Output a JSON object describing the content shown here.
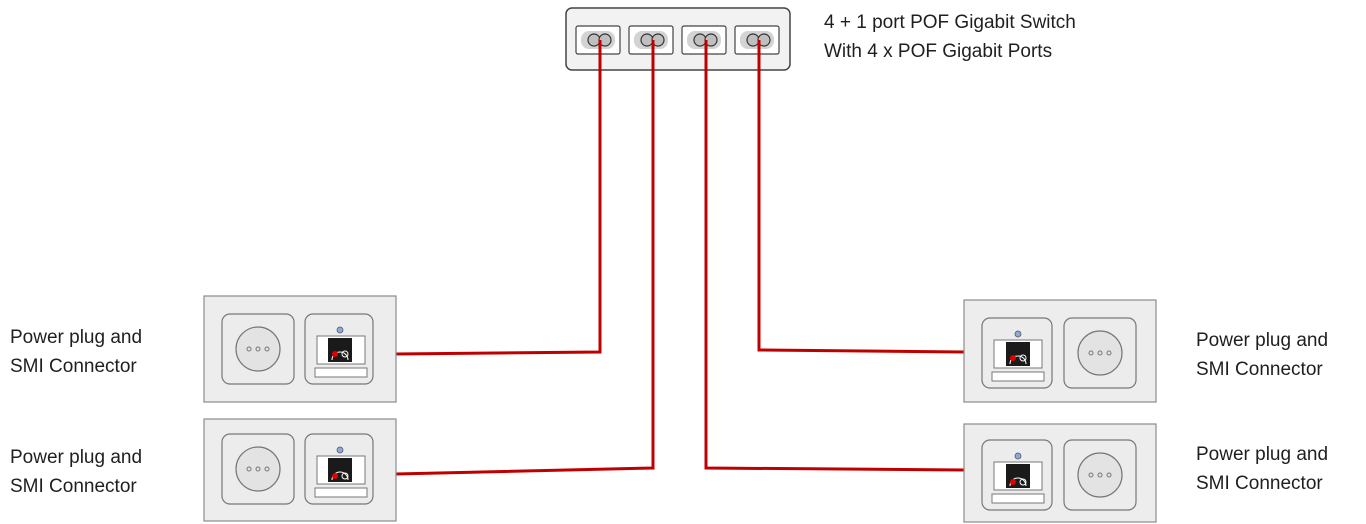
{
  "switch": {
    "caption_line1": "4 + 1 port POF Gigabit Switch",
    "caption_line2": "With 4 x POF Gigabit Ports",
    "port_count": 4
  },
  "outlets": [
    {
      "label_line1": "Power plug and",
      "label_line2": "SMI Connector"
    },
    {
      "label_line1": "Power plug and",
      "label_line2": "SMI Connector"
    },
    {
      "label_line1": "Power plug and",
      "label_line2": "SMI Connector"
    },
    {
      "label_line1": "Power plug and",
      "label_line2": "SMI Connector"
    }
  ],
  "colors": {
    "cable": "#c00000",
    "plate_fill": "#ededed",
    "plate_stroke": "#8c8c8c",
    "switch_fill": "#f2f2f2",
    "connector_black": "#1a1a1a",
    "fiber_red": "#e00000",
    "led_blue": "#8da9d6"
  },
  "icons": [
    "switch-port-icon",
    "power-socket-icon",
    "smi-connector-icon",
    "status-led-icon"
  ]
}
